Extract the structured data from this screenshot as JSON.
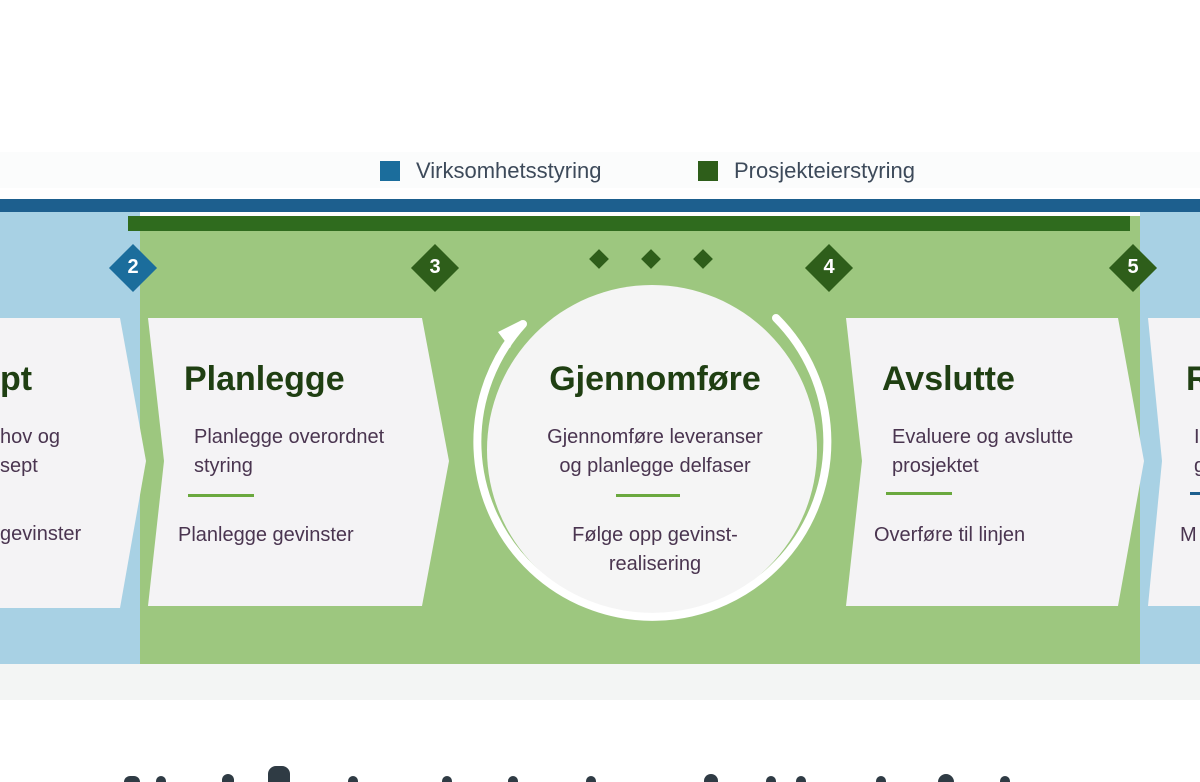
{
  "legend": [
    {
      "label": "Virksomhetsstyring",
      "color": "#1b6d9c"
    },
    {
      "label": "Prosjekteierstyring",
      "color": "#2e5e1a"
    }
  ],
  "markers": [
    "2",
    "3",
    "4",
    "5"
  ],
  "phases": {
    "left_partial": {
      "title": "pt",
      "line1": "hov og",
      "line2": "sept",
      "sub": "gevinster"
    },
    "planlegge": {
      "title": "Planlegge",
      "line1": "Planlegge overordnet",
      "line2": "styring",
      "sub": "Planlegge gevinster"
    },
    "gjennomfore": {
      "title": "Gjennomføre",
      "line1": "Gjennomføre leveranser",
      "line2": "og planlegge delfaser",
      "sub1": "Følge opp gevinst-",
      "sub2": "realisering"
    },
    "avslutte": {
      "title": "Avslutte",
      "line1": "Evaluere og avslutte",
      "line2": "prosjektet",
      "sub": "Overføre til linjen"
    },
    "right_partial": {
      "title": "R",
      "line1": "I",
      "line2": "g",
      "sub": "M"
    }
  },
  "colors": {
    "blue": "#1d5f8e",
    "green_dark": "#2f6b1e",
    "green_bg": "#9dc77f",
    "blue_bg": "#a8d1e4"
  }
}
